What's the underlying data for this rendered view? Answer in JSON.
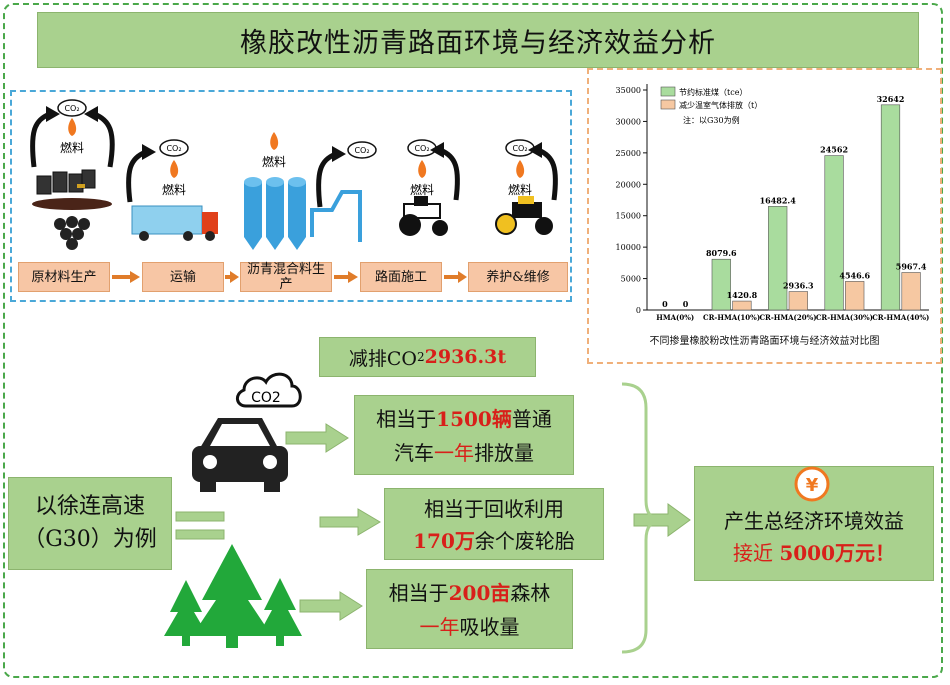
{
  "title": "橡胶改性沥青路面环境与经济效益分析",
  "process": {
    "fuel_label": "燃料",
    "co2_label": "CO2",
    "stages": [
      "原材料生产",
      "运输",
      "沥青混合料生产",
      "路面施工",
      "养护&维修"
    ]
  },
  "chart_data": {
    "type": "bar",
    "categories": [
      "HMA(0%)",
      "CR-HMA(10%)",
      "CR-HMA(20%)",
      "CR-HMA(30%)",
      "CR-HMA(40%)"
    ],
    "series": [
      {
        "name": "节约标准煤（tce）",
        "values": [
          0,
          8079.6,
          16482.4,
          24562,
          32642
        ],
        "labels": [
          "0",
          "8079.6",
          "16482.4",
          "24562",
          "32642"
        ],
        "color": "#a9dc9e"
      },
      {
        "name": "减少温室气体排放（t）",
        "values": [
          0,
          1420.8,
          2936.3,
          4546.6,
          5967.4
        ],
        "labels": [
          "0",
          "1420.8",
          "2936.3",
          "4546.6",
          "5967.4"
        ],
        "color": "#f6c8a2"
      }
    ],
    "note": "注：以G30为例",
    "xlabel": "不同掺量橡胶粉改性沥青路面环境与经济效益对比图",
    "ylim": [
      0,
      35000
    ],
    "yticks": [
      0,
      5000,
      10000,
      15000,
      20000,
      25000,
      30000,
      35000
    ],
    "ytick_labels": [
      "0",
      "5000",
      "10000",
      "15000",
      "20000",
      "25000",
      "30000",
      "35000"
    ],
    "legend_position": "top-left",
    "grid": false
  },
  "co2_reduction": {
    "prefix": "减排CO",
    "sub": "2",
    "value": " 2936.3t"
  },
  "g30": {
    "line1": "以徐连高速",
    "line2": "（G30）为例"
  },
  "equivalents": {
    "cars": {
      "p1": "相当于",
      "num": "1500辆",
      "p2": "普通",
      "p3": "汽车",
      "red2": "一年",
      "p4": "排放量"
    },
    "tires": {
      "p1": "相当于回收利用",
      "num": "170万",
      "p2": "余个",
      "p3": "废轮胎"
    },
    "forest": {
      "p1": "相当于",
      "num": "200亩",
      "p2": "森林",
      "red2": "一年",
      "p3": "吸收量"
    }
  },
  "cloud_label": "CO2",
  "result": {
    "line1": "产生总经济环境效益",
    "p1": "接近 ",
    "num": "5000万元",
    "p3": "！",
    "yen": "¥"
  },
  "colors": {
    "green_box": "#a9d18e",
    "frame_green": "#4aa84a",
    "arrow_green": "#8cc665",
    "tree_green": "#22a83a",
    "red": "#d8201a",
    "orange": "#f7c6a5"
  }
}
